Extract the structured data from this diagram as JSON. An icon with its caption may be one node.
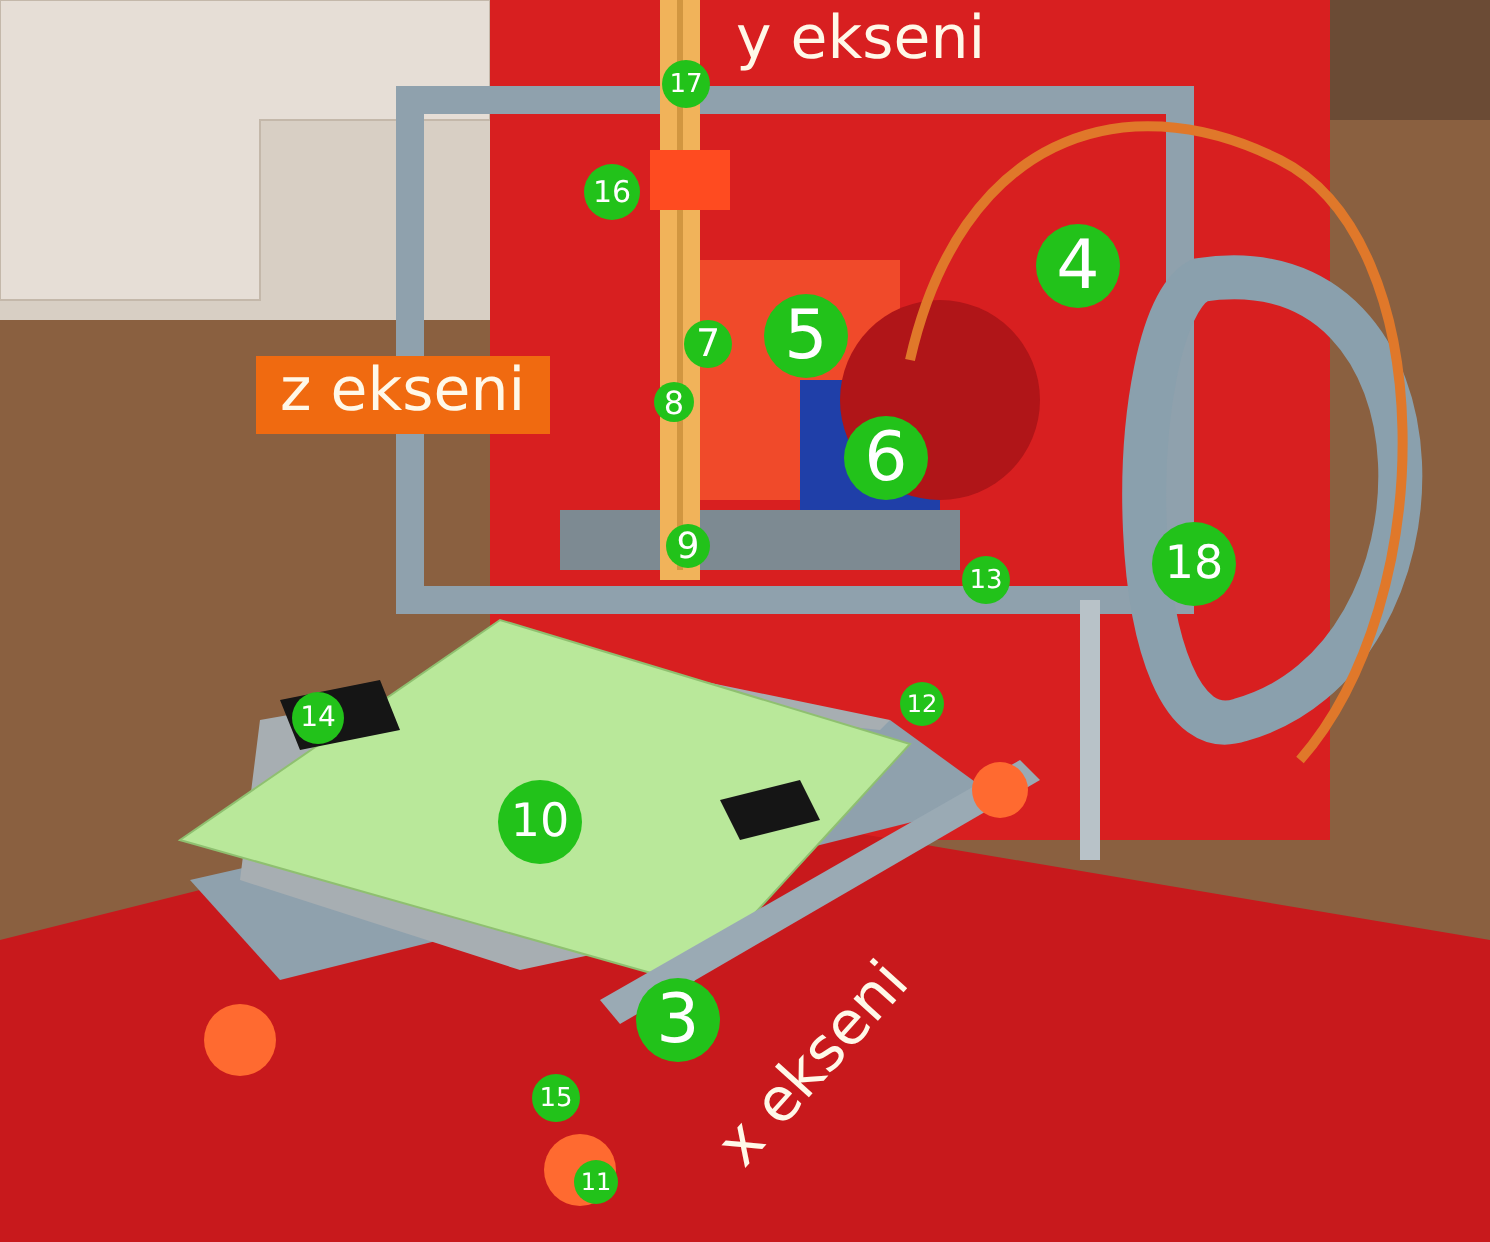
{
  "diagram": {
    "labels": [
      "y ekseni",
      "17",
      "16",
      "4",
      "5",
      "7",
      "z ekseni",
      "8",
      "6",
      "9",
      "18",
      "13",
      "12",
      "14",
      "10",
      "x ekseni",
      "3",
      "15",
      "11"
    ]
  }
}
